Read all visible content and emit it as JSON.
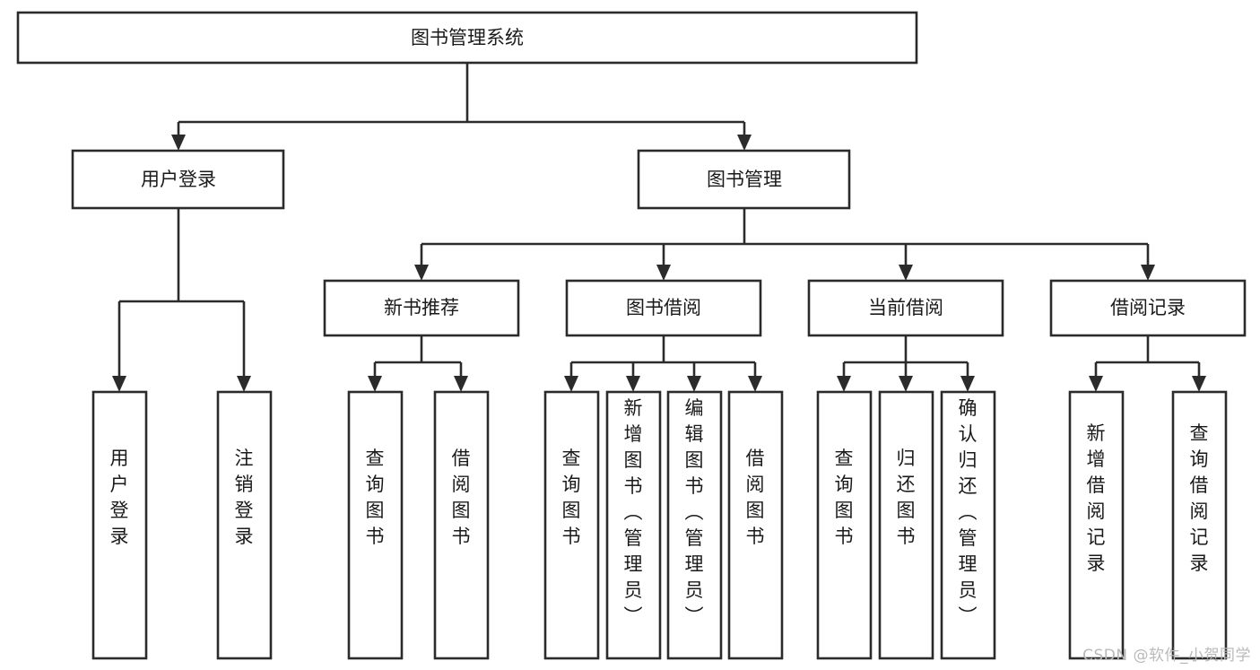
{
  "diagram": {
    "type": "tree-hierarchy-chart",
    "title": "图书管理系统",
    "watermark": "CSDN @软件_小贺同学",
    "colors": {
      "background": "#ffffff",
      "stroke": "#2b2b2b",
      "text": "#1a1a1a",
      "watermark": "#b9b9b9"
    },
    "nodes": {
      "root": {
        "label": "图书管理系统",
        "level": 1
      },
      "level2": [
        {
          "id": "user-login",
          "label": "用户登录"
        },
        {
          "id": "book-manage",
          "label": "图书管理"
        }
      ],
      "level3": [
        {
          "id": "new-book-recommend",
          "label": "新书推荐",
          "parent": "book-manage"
        },
        {
          "id": "book-borrow",
          "label": "图书借阅",
          "parent": "book-manage"
        },
        {
          "id": "current-borrow",
          "label": "当前借阅",
          "parent": "book-manage"
        },
        {
          "id": "borrow-record",
          "label": "借阅记录",
          "parent": "book-manage"
        }
      ],
      "leaves": {
        "user-login": [
          {
            "id": "leaf-user-login",
            "label": "用户登录"
          },
          {
            "id": "leaf-user-logout",
            "label": "注销登录"
          }
        ],
        "new-book-recommend": [
          {
            "id": "leaf-query-book-1",
            "label": "查询图书"
          },
          {
            "id": "leaf-borrow-book-1",
            "label": "借阅图书"
          }
        ],
        "book-borrow": [
          {
            "id": "leaf-query-book-2",
            "label": "查询图书"
          },
          {
            "id": "leaf-add-book",
            "label": "新增图书（管理员）"
          },
          {
            "id": "leaf-edit-book",
            "label": "编辑图书（管理员）"
          },
          {
            "id": "leaf-borrow-book-2",
            "label": "借阅图书"
          }
        ],
        "current-borrow": [
          {
            "id": "leaf-query-book-3",
            "label": "查询图书"
          },
          {
            "id": "leaf-return-book",
            "label": "归还图书"
          },
          {
            "id": "leaf-confirm-return",
            "label": "确认归还（管理员）"
          }
        ],
        "borrow-record": [
          {
            "id": "leaf-add-record",
            "label": "新增借阅记录"
          },
          {
            "id": "leaf-query-record",
            "label": "查询借阅记录"
          }
        ]
      }
    }
  }
}
